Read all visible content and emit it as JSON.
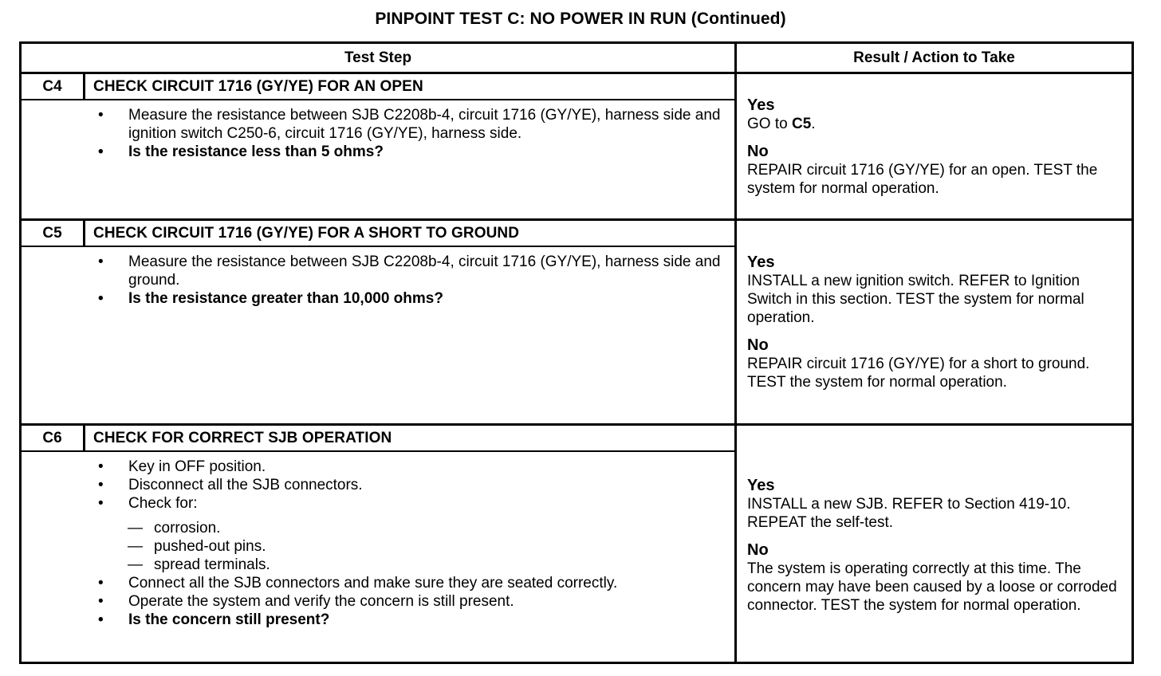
{
  "document": {
    "title": "PINPOINT TEST  C: NO POWER IN RUN (Continued)"
  },
  "table": {
    "headers": {
      "test_step": "Test Step",
      "result_action": "Result / Action to Take"
    },
    "rows": [
      {
        "code": "C4",
        "heading": "CHECK CIRCUIT 1716 (GY/YE) FOR AN OPEN",
        "bullets": [
          {
            "text": "Measure the resistance between SJB C2208b-4, circuit 1716 (GY/YE), harness side and ignition switch C250-6, circuit 1716 (GY/YE), harness side.",
            "bold": false
          },
          {
            "text": "Is the resistance less than 5 ohms?",
            "bold": true
          }
        ],
        "results": [
          {
            "label": "Yes",
            "text_before": "GO to ",
            "text_bold": "C5",
            "text_after": "."
          },
          {
            "label": "No",
            "text_before": "REPAIR circuit 1716 (GY/YE) for an open. TEST the system for normal operation.",
            "text_bold": "",
            "text_after": ""
          }
        ]
      },
      {
        "code": "C5",
        "heading": "CHECK CIRCUIT 1716 (GY/YE) FOR A SHORT TO GROUND",
        "bullets": [
          {
            "text": "Measure the resistance between SJB C2208b-4, circuit 1716 (GY/YE), harness side and ground.",
            "bold": false
          },
          {
            "text": "Is the resistance greater than 10,000 ohms?",
            "bold": true
          }
        ],
        "results": [
          {
            "label": "Yes",
            "text_before": "INSTALL a new ignition switch. REFER to Ignition Switch in this section. TEST the system for normal operation.",
            "text_bold": "",
            "text_after": ""
          },
          {
            "label": "No",
            "text_before": "REPAIR circuit 1716 (GY/YE) for a short to ground. TEST the system for normal operation.",
            "text_bold": "",
            "text_after": ""
          }
        ]
      },
      {
        "code": "C6",
        "heading": "CHECK FOR CORRECT SJB OPERATION",
        "bullets": [
          {
            "text": "Key in OFF position.",
            "bold": false
          },
          {
            "text": "Disconnect all the SJB connectors.",
            "bold": false
          },
          {
            "text": "Check for:",
            "bold": false
          }
        ],
        "sub_items": [
          "corrosion.",
          "pushed-out pins.",
          "spread terminals."
        ],
        "bullets_after": [
          {
            "text": "Connect all the SJB connectors and make sure they are seated correctly.",
            "bold": false
          },
          {
            "text": "Operate the system and verify the concern is still present.",
            "bold": false
          },
          {
            "text": "Is the concern still present?",
            "bold": true
          }
        ],
        "results": [
          {
            "label": "Yes",
            "text_before": "INSTALL a new SJB. REFER to Section 419-10. REPEAT the self-test.",
            "text_bold": "",
            "text_after": ""
          },
          {
            "label": "No",
            "text_before": "The system is operating correctly at this time. The concern may have been caused by a loose or corroded connector. TEST the system for normal operation.",
            "text_bold": "",
            "text_after": ""
          }
        ]
      }
    ]
  }
}
